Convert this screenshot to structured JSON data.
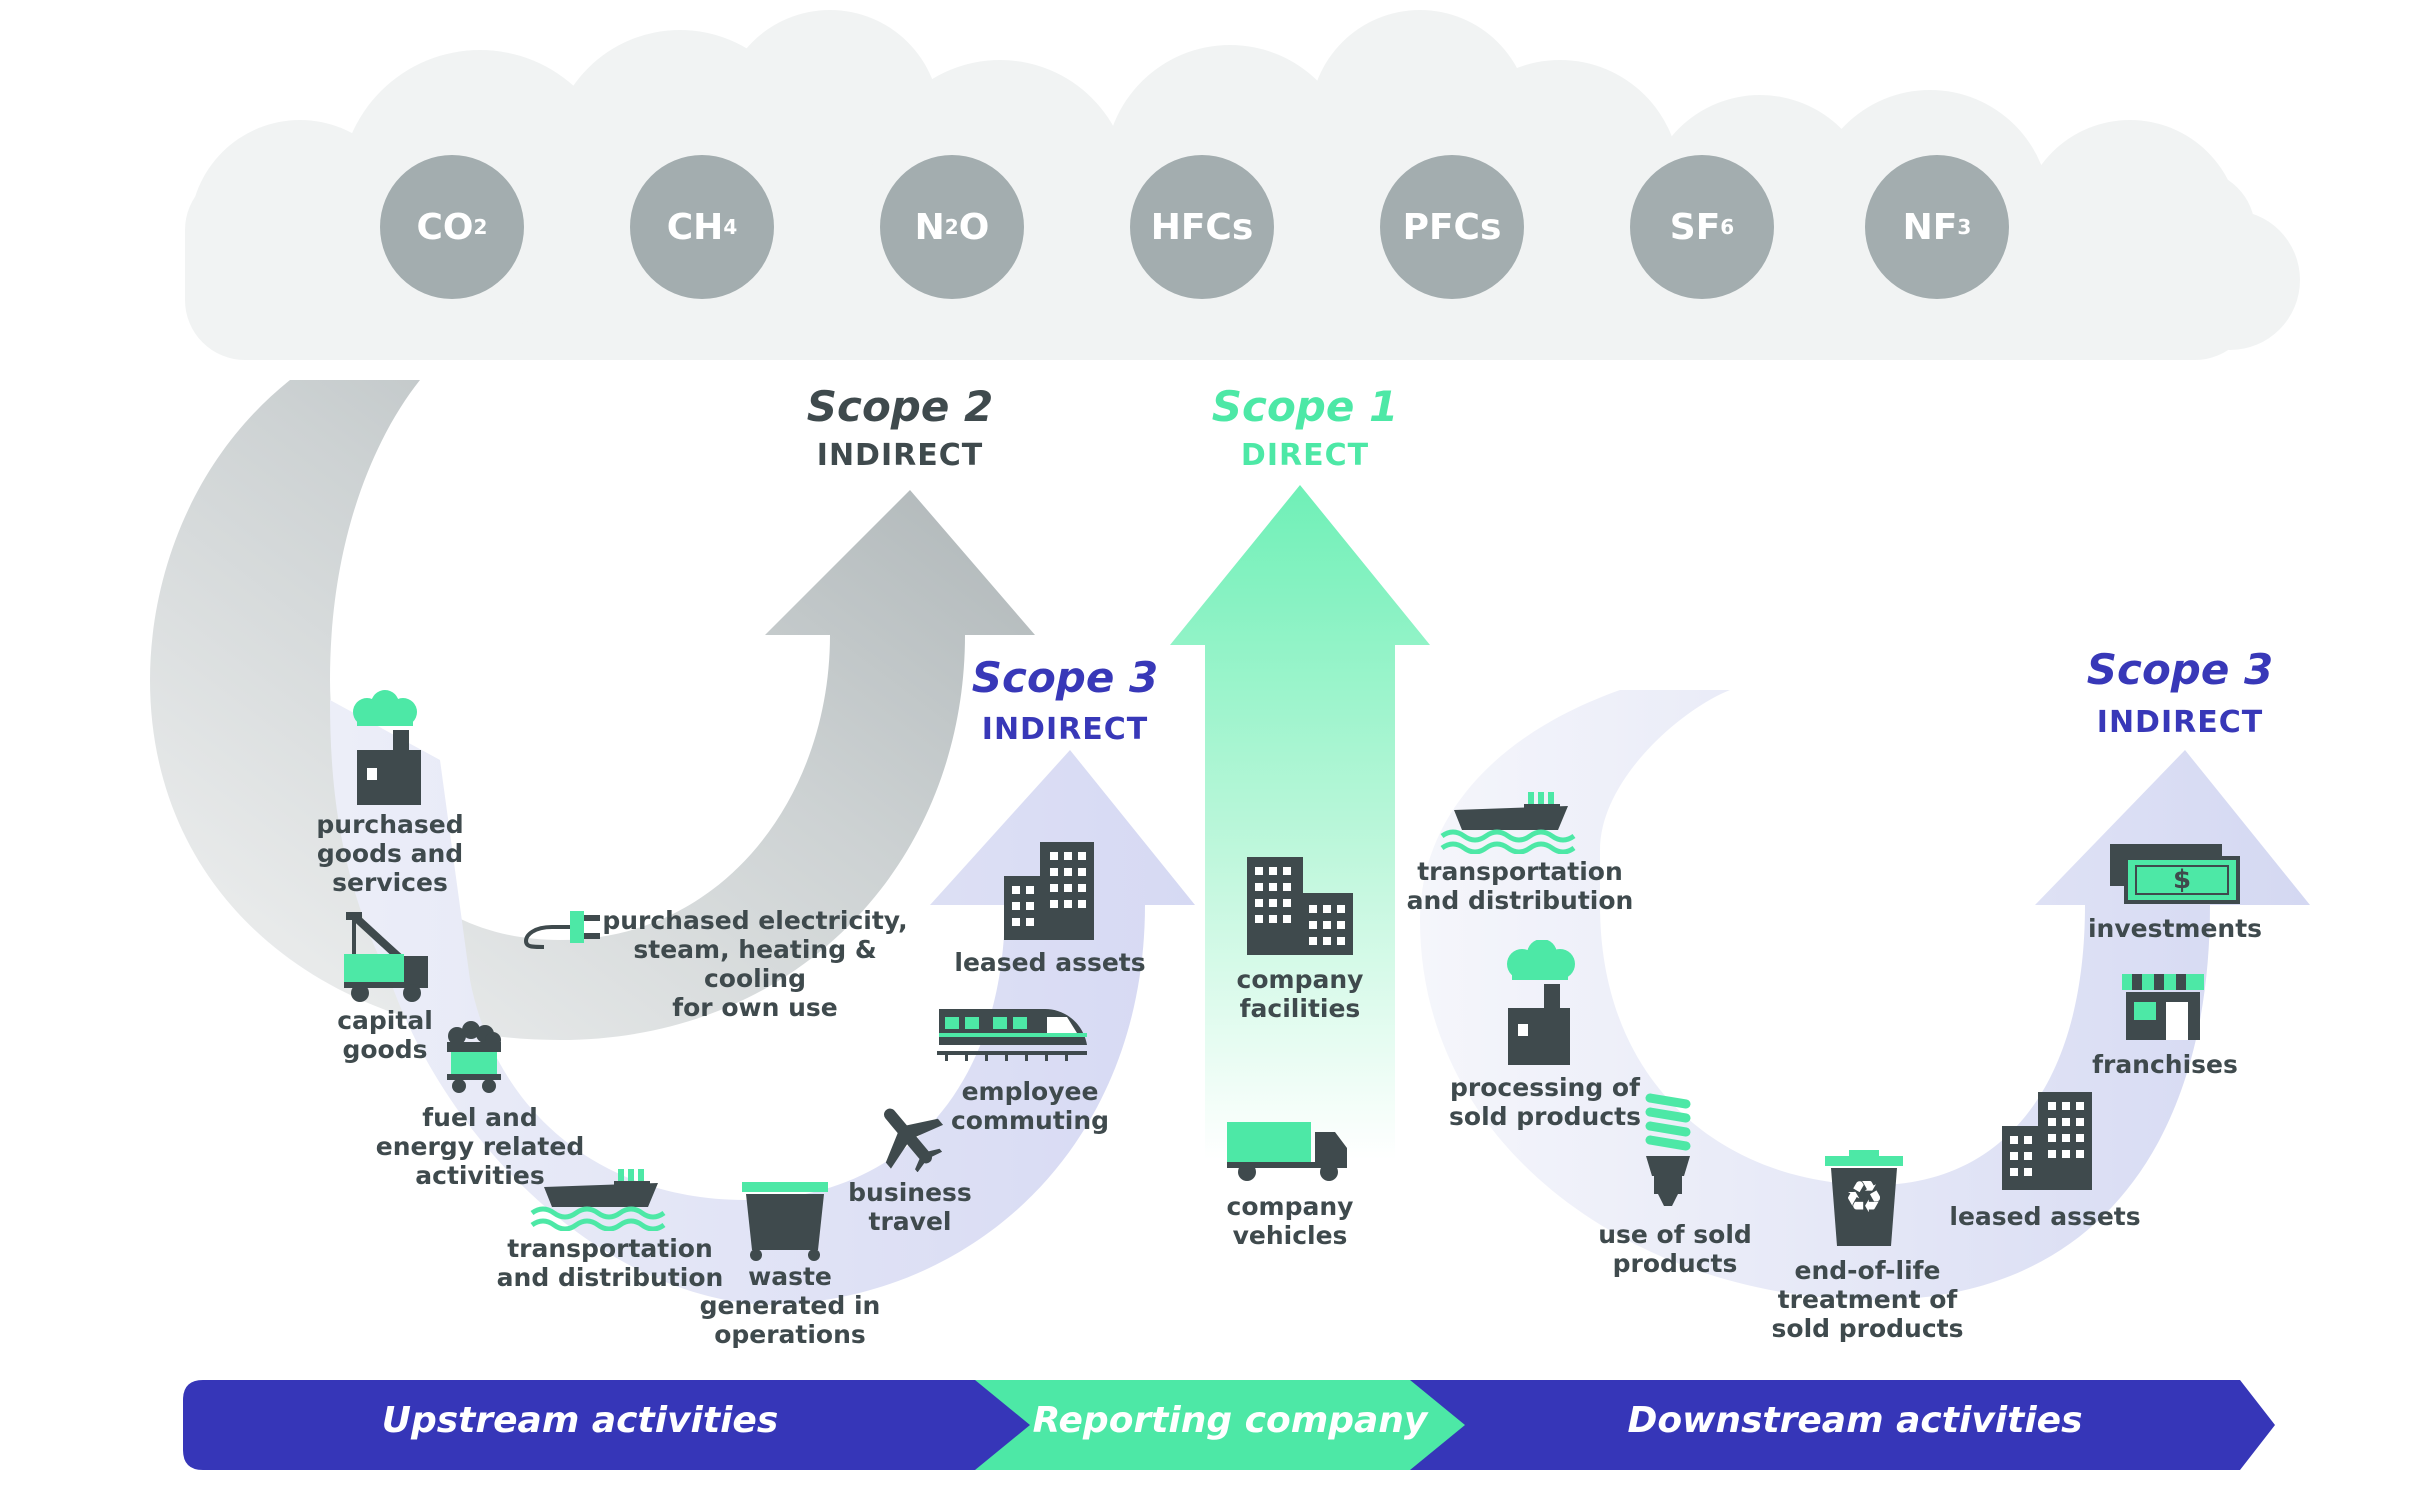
{
  "gases": [
    {
      "base": "CO",
      "sub": "2"
    },
    {
      "base": "CH",
      "sub": "4"
    },
    {
      "base": "N",
      "sub": "2",
      "tail": "O"
    },
    {
      "base": "HFCs"
    },
    {
      "base": "PFCs"
    },
    {
      "base": "SF",
      "sub": "6"
    },
    {
      "base": "NF",
      "sub": "3"
    }
  ],
  "scopes": {
    "scope2": {
      "title": "Scope 2",
      "subtitle": "INDIRECT",
      "color": "#3f4a4d"
    },
    "scope1": {
      "title": "Scope 1",
      "subtitle": "DIRECT",
      "color": "#4de8a6"
    },
    "scope3_up": {
      "title": "Scope 3",
      "subtitle": "INDIRECT",
      "color": "#3838b8"
    },
    "scope3_down": {
      "title": "Scope 3",
      "subtitle": "INDIRECT",
      "color": "#3838b8"
    }
  },
  "upstream": {
    "purchased_goods": "purchased\ngoods and\nservices",
    "capital_goods": "capital\ngoods",
    "fuel_energy": "fuel and\nenergy related\nactivities",
    "transport": "transportation\nand distribution",
    "waste": "waste\ngenerated in\noperations",
    "business_travel": "business\ntravel",
    "commuting": "employee\ncommuting",
    "leased_assets": "leased assets",
    "electricity": "purchased electricity,\nsteam, heating & cooling\nfor own use"
  },
  "company": {
    "facilities": "company\nfacilities",
    "vehicles": "company\nvehicles"
  },
  "downstream": {
    "transport": "transportation\nand distribution",
    "processing": "processing of\nsold products",
    "use": "use of sold\nproducts",
    "end_of_life": "end-of-life\ntreatment of\nsold products",
    "leased_assets": "leased assets",
    "franchises": "franchises",
    "investments": "investments"
  },
  "bar": {
    "upstream": "Upstream activities",
    "reporting": "Reporting company",
    "downstream": "Downstream activities"
  },
  "icon_symbols": {
    "dollar": "$",
    "recycle": "♻"
  },
  "colors": {
    "navy": "#3636b8",
    "mint": "#4de8a6",
    "dark": "#3f4a4d",
    "grey": "#a3adaf",
    "cloud": "#f1f3f3"
  }
}
